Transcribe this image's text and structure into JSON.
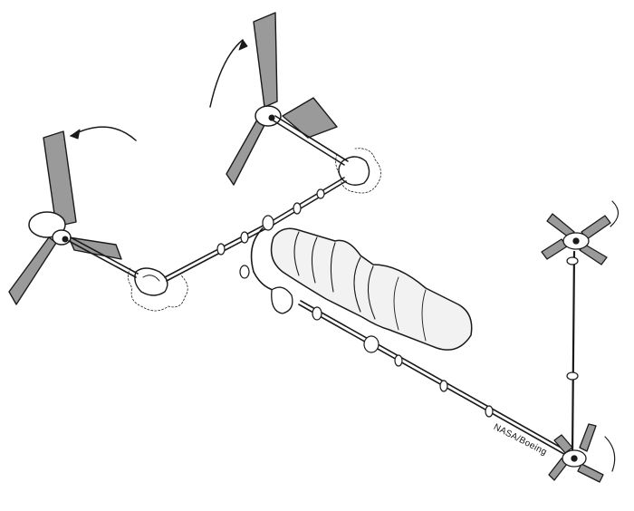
{
  "figure": {
    "credit_label": "NASA/Boeing",
    "ink_color": "#1a1a1a",
    "blade_fill": "#9a9a9a",
    "engine_fill": "#f2f2f2",
    "components": [
      "left-rotor",
      "center-rotor",
      "small-tail-rotor",
      "lower-right-rotor",
      "engine",
      "drive-shaft",
      "vertical-shaft"
    ]
  }
}
